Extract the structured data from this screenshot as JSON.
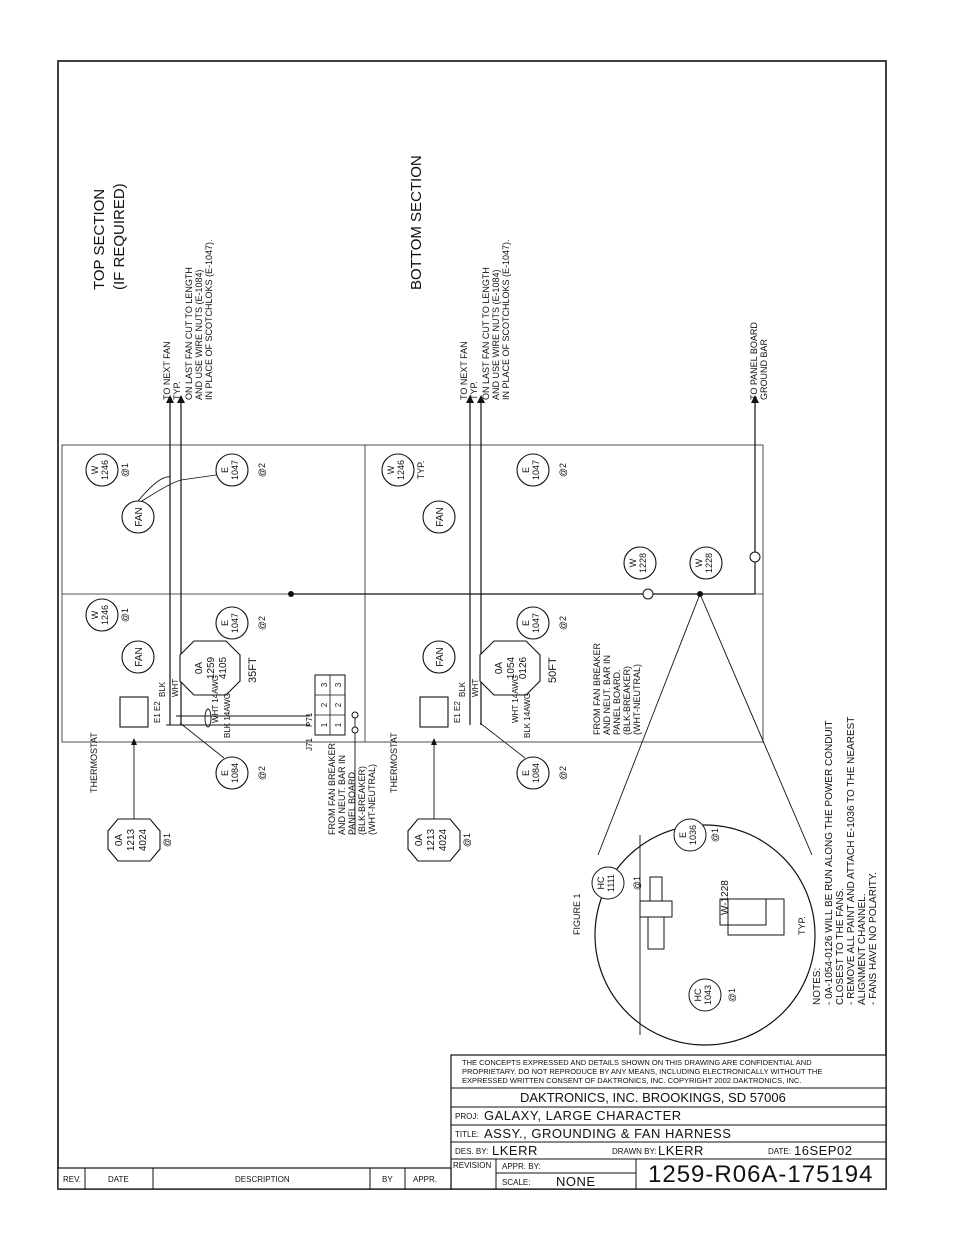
{
  "sections": {
    "top_title": [
      "TOP  SECTION",
      "(IF  REQUIRED)"
    ],
    "bottom_title": "BOTTOM  SECTION"
  },
  "notes_top": {
    "next_fan": [
      "TO  NEXT  FAN",
      "TYP."
    ],
    "last_fan": [
      "ON  LAST  FAN  CUT  TO  LENGTH",
      "AND  USE  WIRE  NUTS  (E-1084)",
      "IN  PLACE  OF  SCOTCHLOKS  (E-1047)."
    ]
  },
  "notes_bottom": {
    "next_fan": [
      "TO  NEXT  FAN",
      "TYP."
    ],
    "last_fan": [
      "ON  LAST  FAN  CUT  TO  LENGTH",
      "AND  USE  WIRE  NUTS  (E-1084)",
      "IN  PLACE  OF  SCOTCHLOKS  (E-1047)."
    ],
    "ground": [
      "TO  PANEL  BOARD",
      "GROUND  BAR"
    ]
  },
  "callouts": {
    "w1246": [
      "W",
      "1246"
    ],
    "e1047": [
      "E",
      "1047"
    ],
    "e1084": [
      "E",
      "1084"
    ],
    "w1228": [
      "W",
      "1228"
    ],
    "e1036": [
      "E",
      "1036"
    ],
    "hc1111": [
      "HC",
      "1111"
    ],
    "hc1043": [
      "HC",
      "1043"
    ],
    "at1": "@1",
    "at2": "@2",
    "typ": "TYP.",
    "fan": "FAN",
    "blk": "BLK",
    "wht": "WHT",
    "e1": "E1",
    "e2": "E2",
    "p71": "P71",
    "j71": "J71",
    "thermostat": "THERMOSTAT",
    "thermo_part": [
      "0A",
      "1213",
      "4024"
    ],
    "harness_top": [
      "0A",
      "1259",
      "4105"
    ],
    "harness_top_len": "35FT",
    "harness_bot": [
      "0A",
      "1054",
      "0126"
    ],
    "harness_bot_len": "50FT",
    "wht14": "WHT  14AWG",
    "blk14": "BLK  14AWG",
    "conn_nums": [
      "1",
      "2",
      "3"
    ]
  },
  "from_breaker": [
    "FROM  FAN  BREAKER",
    "AND  NEUT.  BAR  IN",
    "PANEL  BOARD.",
    "(BLK-BREAKER)",
    "(WHT-NEUTRAL)"
  ],
  "figure": {
    "label": "FIGURE  1",
    "wire": "W-1228",
    "typ": "TYP."
  },
  "notes": {
    "heading": "NOTES:",
    "lines": [
      "-  0A-1054-0126  WILL  BE  RUN  ALONG  THE  POWER  CONDUIT",
      "   CLOSEST  TO  THE  FANS.",
      "-  REMOVE  ALL  PAINT  AND  ATTACH  E-1036  TO  THE  NEAREST",
      "   ALIGNMENT  CHANNEL.",
      "-  FANS  HAVE  NO  POLARITY."
    ]
  },
  "title_block": {
    "confidential": [
      "THE  CONCEPTS  EXPRESSED  AND  DETAILS  SHOWN  ON  THIS  DRAWING  ARE  CONFIDENTIAL  AND",
      "PROPRIETARY.  DO  NOT  REPRODUCE  BY  ANY  MEANS,  INCLUDING  ELECTRONICALLY  WITHOUT  THE",
      "EXPRESSED  WRITTEN  CONSENT  OF  DAKTRONICS,  INC.          COPYRIGHT  2002  DAKTRONICS,  INC."
    ],
    "company": "DAKTRONICS,  INC.     BROOKINGS,  SD  57006",
    "proj_label": "PROJ:",
    "proj": "GALAXY,  LARGE  CHARACTER",
    "title_label": "TITLE:",
    "title": "ASSY.,  GROUNDING  &  FAN  HARNESS",
    "des_label": "DES. BY:",
    "des": "LKERR",
    "drawn_label": "DRAWN BY:",
    "drawn": "LKERR",
    "date_label": "DATE:",
    "date": "16SEP02",
    "revision_label": "REVISION",
    "appr_label": "APPR. BY:",
    "scale_label": "SCALE:",
    "scale": "NONE",
    "drawing_no": "1259-R06A-175194"
  },
  "rev_block": {
    "rev": "REV.",
    "date": "DATE",
    "description": "DESCRIPTION",
    "by": "BY",
    "appr": "APPR."
  }
}
